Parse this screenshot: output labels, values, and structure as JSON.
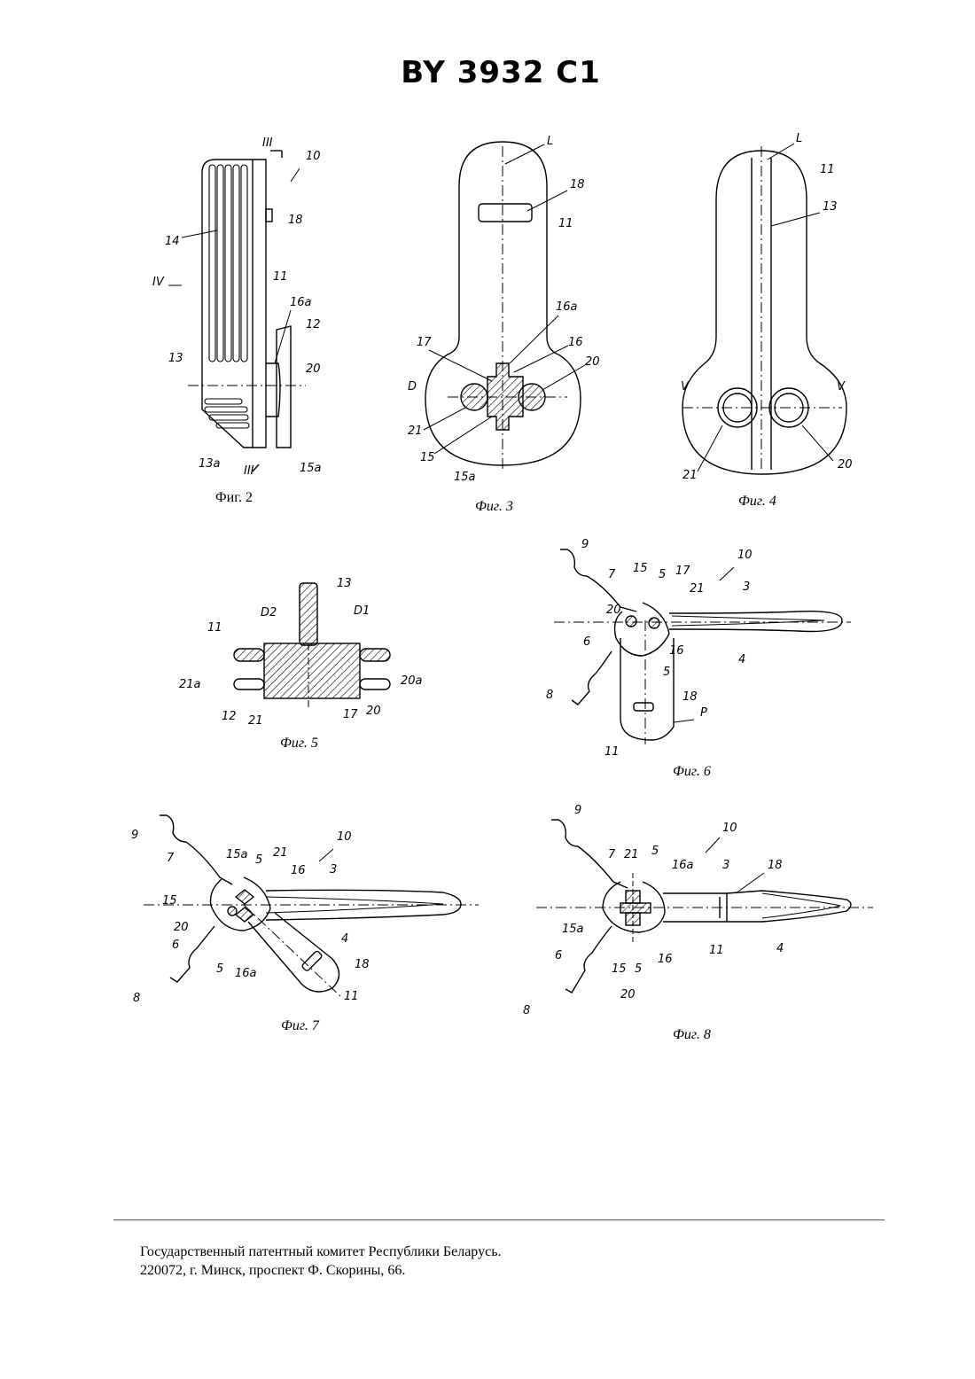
{
  "header": {
    "title": "BY 3932 C1"
  },
  "figures": {
    "fig2": {
      "caption": "Фиг. 2",
      "labels": [
        "10",
        "18",
        "14",
        "IV",
        "11",
        "16a",
        "12",
        "13",
        "20",
        "13a",
        "15a",
        "III",
        "III"
      ]
    },
    "fig3": {
      "caption": "Фиг. 3",
      "labels": [
        "L",
        "18",
        "11",
        "16a",
        "17",
        "16",
        "20",
        "D",
        "21",
        "15",
        "15a"
      ]
    },
    "fig4": {
      "caption": "Фиг. 4",
      "labels": [
        "L",
        "11",
        "13",
        "V",
        "V",
        "21",
        "20"
      ]
    },
    "fig5": {
      "caption": "Фиг. 5",
      "labels": [
        "13",
        "D2",
        "D1",
        "11",
        "21a",
        "20a",
        "12",
        "21",
        "17",
        "20"
      ]
    },
    "fig6": {
      "caption": "Фиг. 6",
      "labels": [
        "9",
        "10",
        "7",
        "15",
        "5",
        "17",
        "21",
        "3",
        "20",
        "16",
        "5",
        "4",
        "6",
        "8",
        "18",
        "P",
        "11"
      ]
    },
    "fig7": {
      "caption": "Фиг. 7",
      "labels": [
        "9",
        "10",
        "7",
        "15a",
        "5",
        "21",
        "16",
        "3",
        "15",
        "20",
        "4",
        "6",
        "5",
        "16a",
        "18",
        "8",
        "11"
      ]
    },
    "fig8": {
      "caption": "Фиг. 8",
      "labels": [
        "9",
        "10",
        "7",
        "21",
        "5",
        "16a",
        "3",
        "18",
        "15a",
        "6",
        "15",
        "5",
        "16",
        "11",
        "4",
        "8",
        "20"
      ]
    }
  },
  "footer": {
    "line1": "Государственный патентный комитет Республики Беларусь.",
    "line2": "220072, г. Минск, проспект Ф. Скорины, 66."
  }
}
